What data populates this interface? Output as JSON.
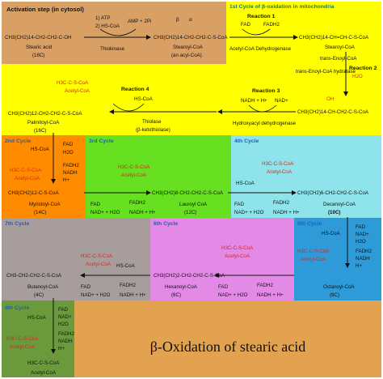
{
  "title": "β-Oxidation of stearic acid",
  "activation": {
    "header": "Activation step (in cytosol)",
    "reagent1": "1) ATP",
    "reagent2": "2) HS-CoA",
    "products": "AMP + 2Pi",
    "enzyme": "Thiokinase",
    "stearic_formula": "CH3(CH2)14-CH2-CH2-C-OH",
    "stearic_name": "Stearic acid",
    "stearic_carbons": "(18C)"
  },
  "first_cycle": {
    "header": "1st Cycle of β-oxidation in mitochondria",
    "stearoyl_formula": "CH3(CH2)14-CH2-CH2-C-S-CoA",
    "beta": "β",
    "alpha": "α",
    "stearoyl_name": "Stearoyl-CoA",
    "stearoyl_sub": "(an acyl-CoA)",
    "r1_label": "Reaction 1",
    "fad": "FAD",
    "fadh2": "FADH2",
    "enzyme1": "Acetyl-CoA Dehydrogenase",
    "enoyl_formula": "CH3(CH2)14-CH=CH-C-S-CoA",
    "enoyl_name": "trans-Enoyl-CoA",
    "enoyl_enzyme": "trans-Enoyl-CoA hydratase",
    "r2_label": "Reaction 2",
    "h2o": "H2O",
    "hydroxy_formula": "CH3(CH2)14-CH-CH2-C-S-CoA",
    "oh": "OH",
    "r3_label": "Reaction 3",
    "nadh": "NADH + H+",
    "nad": "NAD+",
    "enzyme3": "Hydroxyacyl dehydrogenase",
    "r4_label": "Reaction 4",
    "hscoa": "HS-CoA",
    "acetyl_formula": "H3C-C-S-CoA",
    "acetyl_name": "Acetyl-CoA",
    "palmitoyl_formula": "CH3(CH2)12-CH2-CH2-C-S-CoA",
    "palmitoyl_name": "Palmitoyl-CoA",
    "palmitoyl_carbons": "(16C)",
    "thiolase": "Thiolase",
    "thiolase_sub": "(β-ketothiolase)"
  },
  "second_cycle": {
    "header": "2nd Cycle",
    "hscoa": "HS-CoA",
    "fad": "FAD",
    "h2o": "H2O",
    "fadh2": "FADH2",
    "nadh": "NADH",
    "hplus": "H+",
    "acetyl_formula": "H3C-C-S-CoA",
    "acetyl_name": "Acetyl-CoA",
    "product_formula": "CH3(CH2)12-C-S-CoA",
    "product_name": "Myristoyl-CoA",
    "product_carbons": "(14C)"
  },
  "third_cycle": {
    "header": "3rd Cycle",
    "acetyl_formula": "H3C-C-S-CoA",
    "acetyl_name": "Acetyl-CoA",
    "fad": "FAD",
    "nad_h2o": "NAD+ + H2O",
    "fadh2": "FADH2",
    "nadh_h": "NADH + H+",
    "product_formula": "CH3(CH2)8-CH2-CH2-C-S-CoA",
    "product_name": "Lauroyl CoA",
    "product_carbons": "(12C)"
  },
  "fourth_cycle": {
    "header": "4th Cycle",
    "acetyl_formula": "H3C-C-S-CoA",
    "acetyl_name": "Acetyl-CoA",
    "hscoa": "HS-CoA",
    "fad": "FAD",
    "nad_h2o": "NAD+ + H2O",
    "fadh2": "FADH2",
    "nadh_h": "NADH + H+",
    "product_formula": "CH3(CH2)6-CH2-CH2-C-S-CoA",
    "product_name": "Decanoyl-CoA",
    "product_carbons": "(10C)"
  },
  "fifth_cycle": {
    "header": "5th Cycle",
    "hscoa": "HS-CoA",
    "fad": "FAD",
    "nad": "NAD+",
    "h2o": "H2O",
    "fadh2": "FADH2",
    "nadh": "NADH",
    "hplus": "H+",
    "acetyl_formula": "H3C-C-S-CoA",
    "acetyl_name": "Acetyl-CoA",
    "product_name": "Octanoyl-CoA",
    "product_carbons": "(8C)"
  },
  "sixth_cycle": {
    "header": "6th Cycle",
    "acetyl_formula": "H3C-C-S-CoA",
    "acetyl_name": "Acetyl-CoA",
    "fad": "FAD",
    "nad_h2o": "NAD+ + H2O",
    "fadh2": "FADH2",
    "nadh_h": "NADH + H+",
    "product_formula": "CH3(CH2)2-CH2-CH2-C-S-CoA",
    "product_name": "Hexanoyl-CoA",
    "product_carbons": "(6C)"
  },
  "seventh_cycle": {
    "header": "7th Cycle",
    "acetyl_formula": "H3C-C-S-CoA",
    "acetyl_name": "Acetyl-CoA",
    "hscoa": "HS-CoA",
    "fad": "FAD",
    "nad_h2o": "NAD+ + H2O",
    "fadh2": "FADH2",
    "nadh_h": "NADH + H+",
    "product_formula": "CH3-CH2-CH2-C-S-CoA",
    "product_name": "Butanoyl-CoA",
    "product_carbons": "(4C)"
  },
  "eighth_cycle": {
    "header": "8th Cycle",
    "hscoa": "HS-CoA",
    "fad": "FAD",
    "nad": "NAD+",
    "h2o": "H2O",
    "fadh2": "FADH2",
    "nadh": "NADH",
    "hplus": "H+",
    "acetyl_formula": "H3C-C-S-CoA",
    "acetyl_name": "Acetyl-CoA"
  },
  "colors": {
    "activation": "#d9a066",
    "first": "#ffff00",
    "second": "#ff8c00",
    "third": "#66e020",
    "fourth": "#8fe3ea",
    "fifth": "#2e9ad8",
    "sixth": "#e28ae6",
    "seventh": "#a89d9d",
    "eighth": "#6a9a3c",
    "title_bg": "#e3a24f"
  }
}
